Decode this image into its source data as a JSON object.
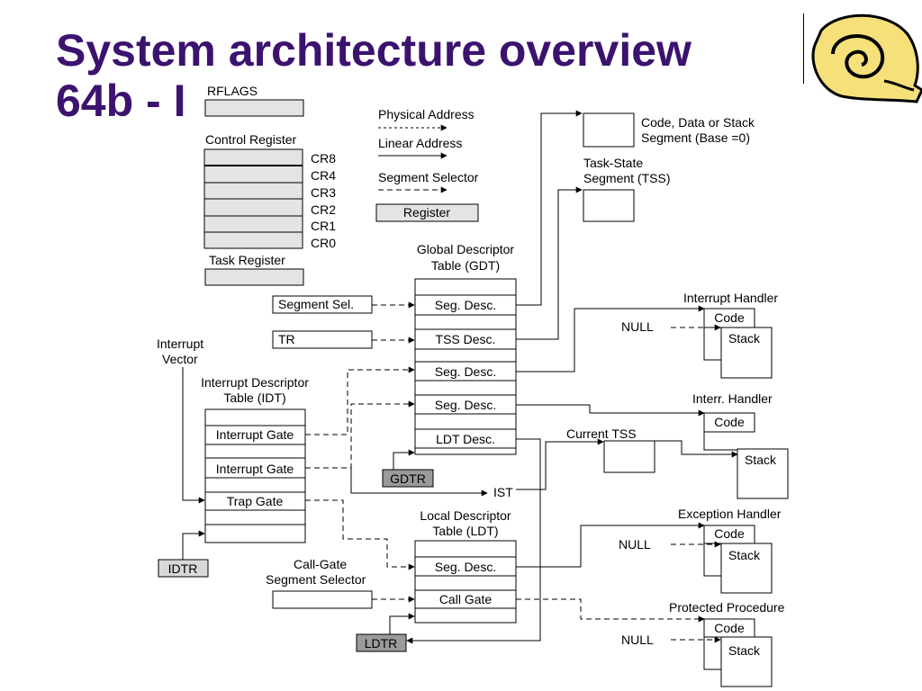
{
  "title": {
    "line1": "System architecture overview",
    "line2": "64b - I"
  },
  "logo": {
    "icon": "spiral-shell-icon",
    "colors": {
      "fill": "#f5e07a",
      "stroke": "#000000"
    }
  },
  "registers": {
    "rflags": "RFLAGS",
    "control_register": "Control Register",
    "cr": [
      "CR8",
      "CR4",
      "CR3",
      "CR2",
      "CR1",
      "CR0"
    ],
    "task_register": "Task Register"
  },
  "legend": {
    "physical": "Physical Address",
    "linear": "Linear Address",
    "selector": "Segment Selector",
    "register": "Register"
  },
  "gdt": {
    "title1": "Global Descriptor",
    "title2": "Table (GDT)",
    "rows": [
      "Seg. Desc.",
      "TSS Desc.",
      "Seg. Desc.",
      "Seg. Desc.",
      "LDT Desc."
    ],
    "gdtr": "GDTR"
  },
  "ldt": {
    "title1": "Local Descriptor",
    "title2": "Table (LDT)",
    "rows": [
      "Seg. Desc.",
      "Call Gate"
    ],
    "ldtr": "LDTR"
  },
  "idt": {
    "title1": "Interrupt Descriptor",
    "title2": "Table (IDT)",
    "rows": [
      "Interrupt Gate",
      "Interrupt Gate",
      "Trap Gate"
    ],
    "idtr": "IDTR"
  },
  "inputs": {
    "segment_sel": "Segment Sel.",
    "tr": "TR",
    "interrupt_vector1": "Interrupt",
    "interrupt_vector2": "Vector",
    "call_gate_sel1": "Call-Gate",
    "call_gate_sel2": "Segment Selector"
  },
  "memory": {
    "code_data_stack1": "Code, Data or Stack",
    "code_data_stack2": "Segment (Base =0)",
    "tss1": "Task-State",
    "tss2": "Segment (TSS)",
    "current_tss": "Current TSS",
    "ist": "IST"
  },
  "handlers": [
    {
      "title": "Interrupt Handler",
      "code": "Code",
      "stack": "Stack",
      "null": "NULL"
    },
    {
      "title": "Interr. Handler",
      "code": "Code",
      "stack": "Stack"
    },
    {
      "title": "Exception Handler",
      "code": "Code",
      "stack": "Stack",
      "null": "NULL"
    },
    {
      "title": "Protected Procedure",
      "code": "Code",
      "stack": "Stack",
      "null": "NULL"
    }
  ]
}
